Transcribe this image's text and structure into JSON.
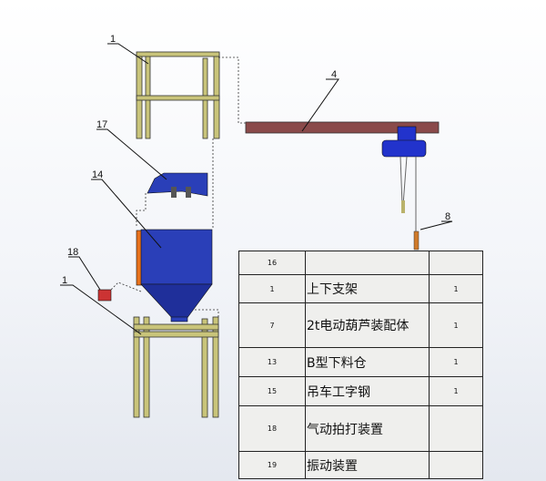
{
  "balloons": {
    "b1_top": "1",
    "b4": "4",
    "b17": "17",
    "b14": "14",
    "b8": "8",
    "b18": "18",
    "b1_bottom": "1"
  },
  "bom": {
    "rows": [
      {
        "item": "16",
        "name": "",
        "qty": ""
      },
      {
        "item": "1",
        "name": "上下支架",
        "qty": "1"
      },
      {
        "item": "7",
        "name": "2t电动葫芦装配体",
        "qty": "1"
      },
      {
        "item": "13",
        "name": "B型下料仓",
        "qty": "1"
      },
      {
        "item": "15",
        "name": "吊车工字钢",
        "qty": "1"
      },
      {
        "item": "18",
        "name": "气动拍打装置",
        "qty": ""
      },
      {
        "item": "19",
        "name": "振动装置",
        "qty": ""
      }
    ]
  },
  "colors": {
    "frame": "#c9c47a",
    "hopper": "#2a3fb8",
    "beam": "#8a4a4a",
    "hoist": "#2233cc"
  }
}
